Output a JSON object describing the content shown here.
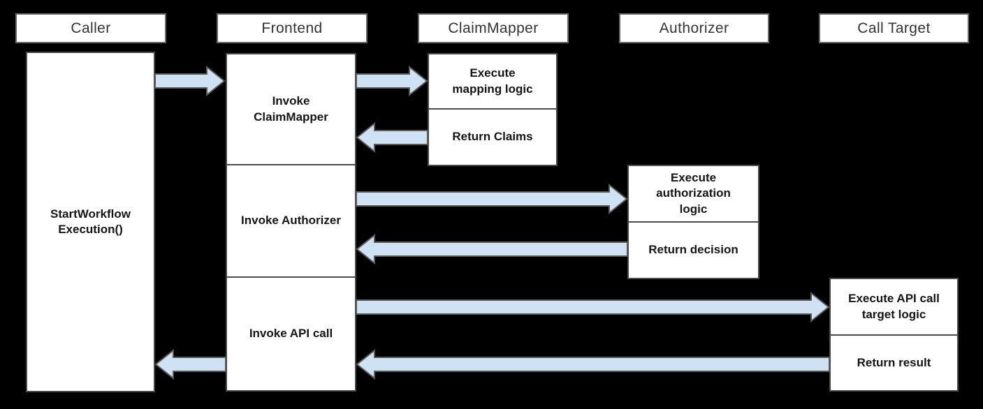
{
  "lifelines": {
    "caller": "Caller",
    "frontend": "Frontend",
    "claimmapper": "ClaimMapper",
    "authorizer": "Authorizer",
    "calltarget": "Call Target"
  },
  "caller": {
    "activity": "StartWorkflow Execution()"
  },
  "frontend": {
    "steps": [
      "Invoke ClaimMapper",
      "Invoke Authorizer",
      "Invoke API call"
    ]
  },
  "claimmapper": {
    "rows": [
      "Execute mapping logic",
      "Return Claims"
    ]
  },
  "authorizer": {
    "rows": [
      "Execute authorization logic",
      "Return decision"
    ]
  },
  "calltarget": {
    "rows": [
      "Execute API call target logic",
      "Return result"
    ]
  },
  "colors": {
    "background": "#000000",
    "box_fill": "#ffffff",
    "box_border": "#4a4a4a",
    "header_border": "#666666",
    "arrow_fill": "#cfe2f3",
    "arrow_stroke": "#5a5a5a",
    "header_text": "#333333",
    "box_text": "#151515"
  }
}
